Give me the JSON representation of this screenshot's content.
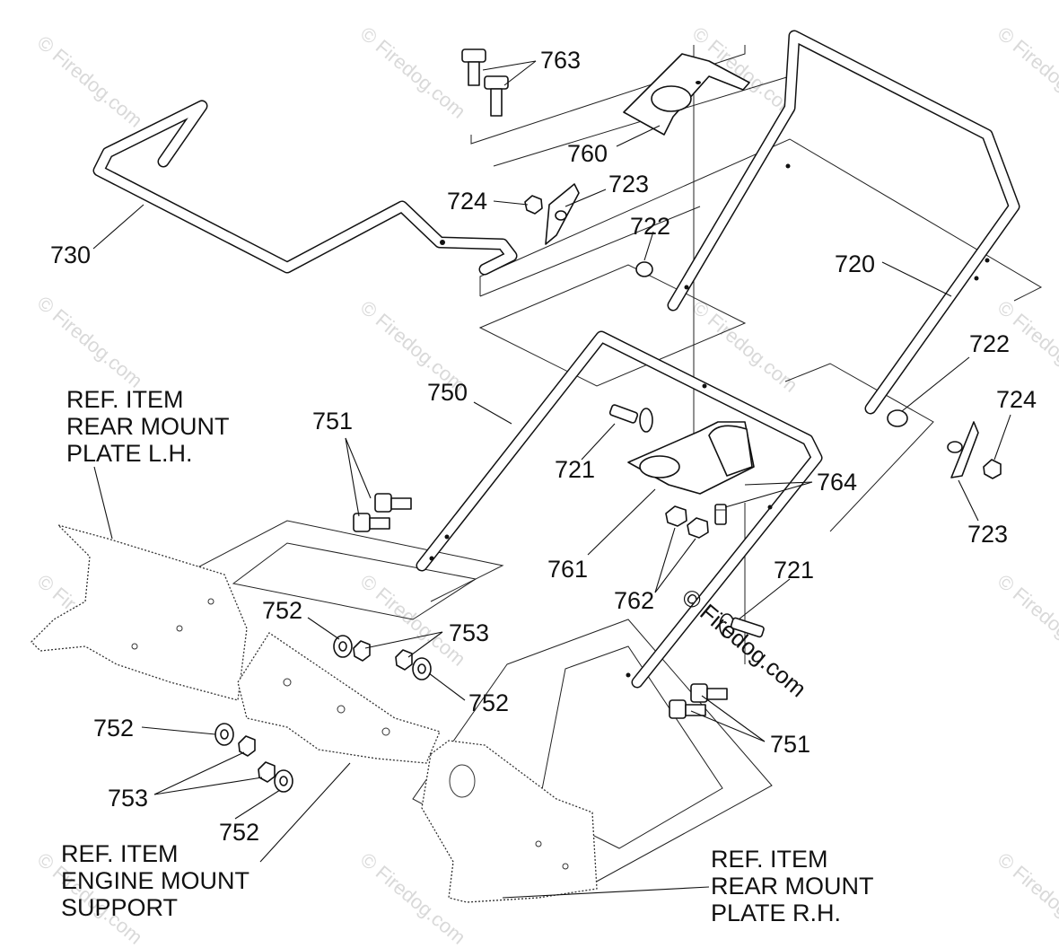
{
  "watermark": {
    "text": "Firedog.com",
    "symbol": "©"
  },
  "parts": {
    "p720": "720",
    "p721a": "721",
    "p721b": "721",
    "p722a": "722",
    "p722b": "722",
    "p723a": "723",
    "p723b": "723",
    "p724a": "724",
    "p724b": "724",
    "p730": "730",
    "p750": "750",
    "p751a": "751",
    "p751b": "751",
    "p752a": "752",
    "p752b": "752",
    "p752c": "752",
    "p752d": "752",
    "p753a": "753",
    "p753b": "753",
    "p760": "760",
    "p761": "761",
    "p762": "762",
    "p763": "763",
    "p764": "764"
  },
  "references": {
    "rear_mount_lh": [
      "REF. ITEM",
      "REAR MOUNT",
      "PLATE L.H."
    ],
    "engine_mount": [
      "REF. ITEM",
      "ENGINE MOUNT",
      "SUPPORT"
    ],
    "rear_mount_rh": [
      "REF. ITEM",
      "REAR MOUNT",
      "PLATE R.H."
    ]
  }
}
